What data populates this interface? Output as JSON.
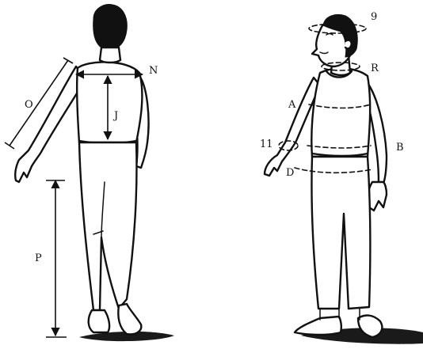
{
  "labels": {
    "o": "O",
    "n": "N",
    "j": "J",
    "p": "P",
    "nine": "9",
    "r": "R",
    "a": "A",
    "eleven": "11",
    "b": "B",
    "d": "D"
  }
}
